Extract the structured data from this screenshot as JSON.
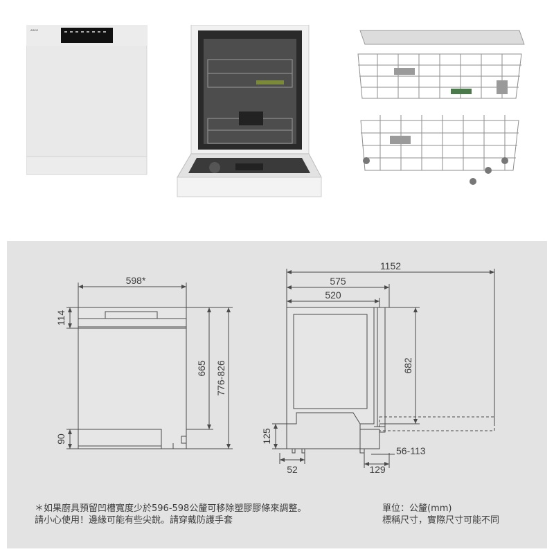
{
  "photos": {
    "front_brand": "ASKO"
  },
  "front_view": {
    "width_label": "598*",
    "panel_height_label": "114",
    "body_height_label": "665",
    "total_height_label": "776-826",
    "plinth_height_label": "90"
  },
  "side_view": {
    "open_depth_label": "1152",
    "depth_label": "575",
    "body_depth_label": "520",
    "door_height_label": "682",
    "foot_height_label": "125",
    "foot_offset_label": "52",
    "door_offset_label": "129",
    "adjust_label": "56-113"
  },
  "notes": {
    "left_line1": "＊如果廚具預留凹槽寬度少於596-598公釐可移除塑膠膠條來調整。",
    "left_line2": "請小心使用！邊緣可能有些尖銳。請穿戴防護手套",
    "right_line1": "單位：公釐(mm)",
    "right_line2": "標稱尺寸，實際尺寸可能不同"
  }
}
